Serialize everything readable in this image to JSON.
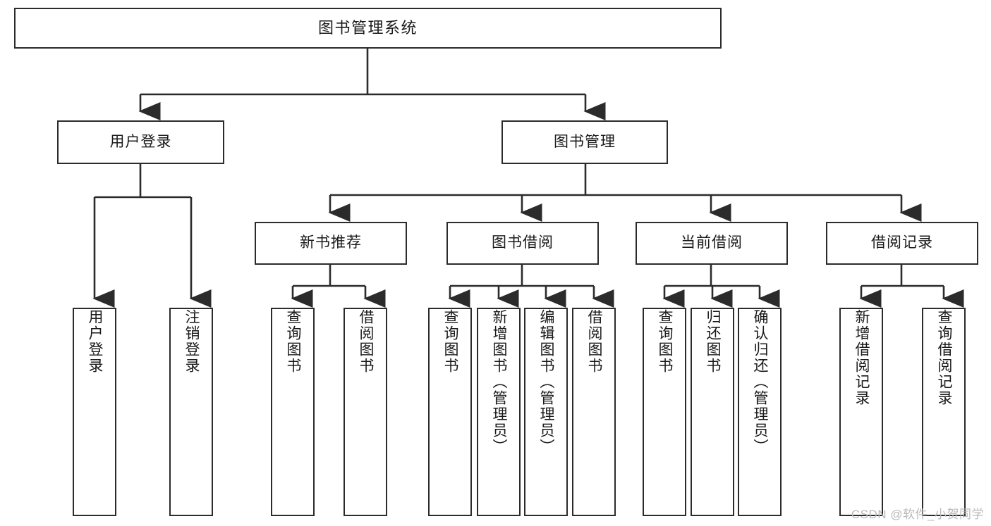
{
  "diagram": {
    "title": "图书管理系统",
    "type": "tree",
    "watermark": "CSDN @软件_小贺同学",
    "colors": {
      "box_border": "#2b2b2b",
      "box_fill": "#ffffff",
      "connector": "#2b2b2b",
      "text": "#1a1a1a",
      "watermark": "#b9b9b9",
      "background": "#ffffff"
    },
    "levels": [
      {
        "level": 1,
        "nodes": [
          {
            "id": "root",
            "label": "图书管理系统",
            "orientation": "horizontal"
          }
        ]
      },
      {
        "level": 2,
        "nodes": [
          {
            "id": "user-login",
            "label": "用户登录",
            "orientation": "horizontal",
            "parent": "root"
          },
          {
            "id": "book-manage",
            "label": "图书管理",
            "orientation": "horizontal",
            "parent": "root"
          }
        ]
      },
      {
        "level": 3,
        "nodes": [
          {
            "id": "new-book-recommend",
            "label": "新书推荐",
            "orientation": "horizontal",
            "parent": "book-manage"
          },
          {
            "id": "book-borrow",
            "label": "图书借阅",
            "orientation": "horizontal",
            "parent": "book-manage"
          },
          {
            "id": "current-borrow",
            "label": "当前借阅",
            "orientation": "horizontal",
            "parent": "book-manage"
          },
          {
            "id": "borrow-record",
            "label": "借阅记录",
            "orientation": "horizontal",
            "parent": "book-manage"
          }
        ]
      },
      {
        "level": 4,
        "nodes": [
          {
            "id": "leaf-user-login",
            "label": "用户登录",
            "orientation": "vertical",
            "parent": "user-login"
          },
          {
            "id": "leaf-logout",
            "label": "注销登录",
            "orientation": "vertical",
            "parent": "user-login"
          },
          {
            "id": "leaf-query-book-1",
            "label": "查询图书",
            "orientation": "vertical",
            "parent": "new-book-recommend"
          },
          {
            "id": "leaf-borrow-book-1",
            "label": "借阅图书",
            "orientation": "vertical",
            "parent": "new-book-recommend"
          },
          {
            "id": "leaf-query-book-2",
            "label": "查询图书",
            "orientation": "vertical",
            "parent": "book-borrow"
          },
          {
            "id": "leaf-add-book",
            "label": "新增图书（管理员）",
            "orientation": "vertical",
            "parent": "book-borrow"
          },
          {
            "id": "leaf-edit-book",
            "label": "编辑图书（管理员）",
            "orientation": "vertical",
            "parent": "book-borrow"
          },
          {
            "id": "leaf-borrow-book-2",
            "label": "借阅图书",
            "orientation": "vertical",
            "parent": "book-borrow"
          },
          {
            "id": "leaf-query-book-3",
            "label": "查询图书",
            "orientation": "vertical",
            "parent": "current-borrow"
          },
          {
            "id": "leaf-return-book",
            "label": "归还图书",
            "orientation": "vertical",
            "parent": "current-borrow"
          },
          {
            "id": "leaf-confirm-return",
            "label": "确认归还（管理员）",
            "orientation": "vertical",
            "parent": "current-borrow"
          },
          {
            "id": "leaf-add-record",
            "label": "新增借阅记录",
            "orientation": "vertical",
            "parent": "borrow-record"
          },
          {
            "id": "leaf-query-record",
            "label": "查询借阅记录",
            "orientation": "vertical",
            "parent": "borrow-record"
          }
        ]
      }
    ]
  }
}
